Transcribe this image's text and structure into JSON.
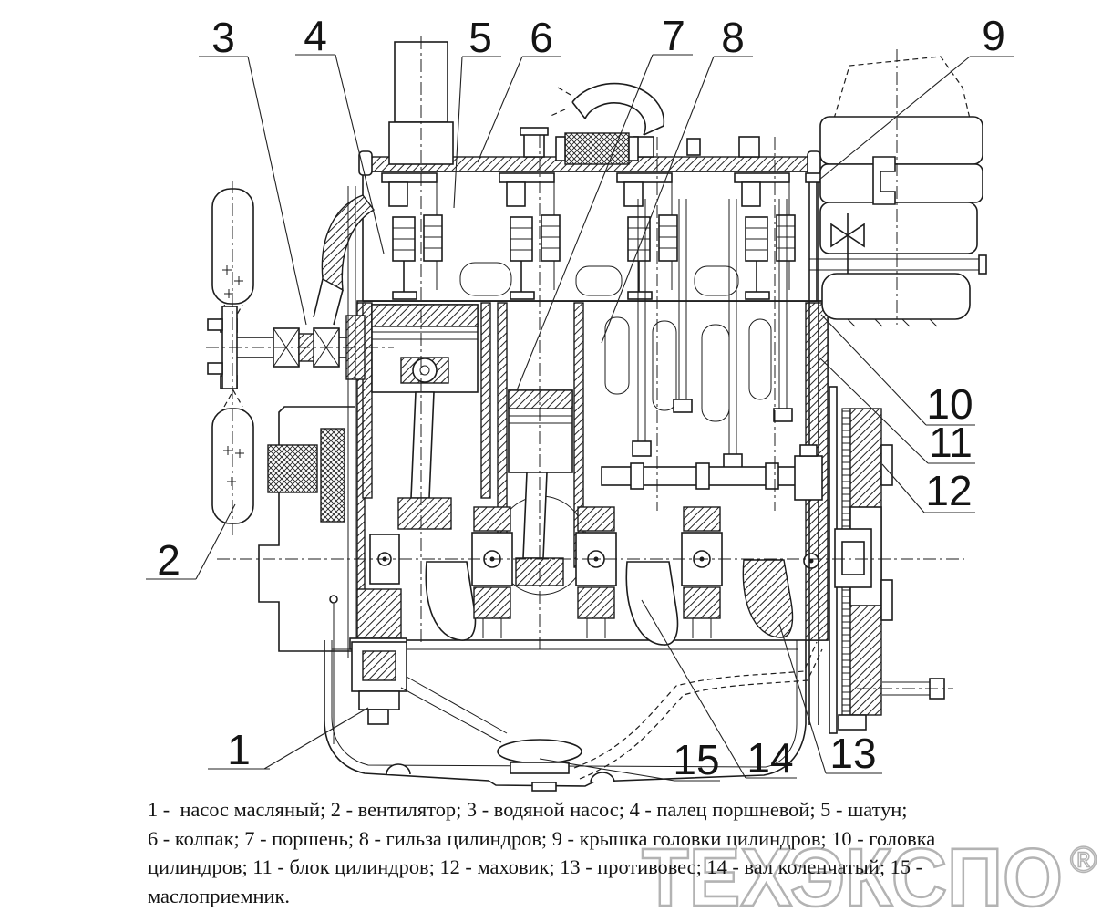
{
  "page": {
    "background": "#ffffff"
  },
  "figure": {
    "type": "engine-longitudinal-section-technical-drawing",
    "callouts": [
      {
        "num": "1",
        "part": "насос масляный"
      },
      {
        "num": "2",
        "part": "вентилятор"
      },
      {
        "num": "3",
        "part": "водяной насос"
      },
      {
        "num": "4",
        "part": "палец поршневой"
      },
      {
        "num": "5",
        "part": "шатун"
      },
      {
        "num": "6",
        "part": "колпак"
      },
      {
        "num": "7",
        "part": "поршень"
      },
      {
        "num": "8",
        "part": "гильза цилиндров"
      },
      {
        "num": "9",
        "part": "крышка головки цилиндров"
      },
      {
        "num": "10",
        "part": "головка цилиндров"
      },
      {
        "num": "11",
        "part": "блок цилиндров"
      },
      {
        "num": "12",
        "part": "маховик"
      },
      {
        "num": "13",
        "part": "противовес"
      },
      {
        "num": "14",
        "part": "вал коленчатый"
      },
      {
        "num": "15",
        "part": "маслоприемник"
      }
    ]
  },
  "caption": {
    "lines": [
      "1 -  насос масляный; 2 - вентилятор; 3 - водяной насос; 4 - палец поршневой; 5 - шатун;",
      "6 - колпак; 7 - поршень; 8 - гильза цилиндров; 9 - крышка головки цилиндров; 10 - головка",
      "цилиндров; 11 - блок цилиндров; 12 - маховик; 13 - противовес; 14 - вал коленчатый; 15 -",
      "маслоприемник."
    ]
  },
  "watermark": {
    "text": "ТЕХЭКСПО",
    "registered_mark": "®",
    "color": "#b3b3b3"
  },
  "colors": {
    "line": "#1c1c1c",
    "background": "#ffffff",
    "watermark": "#b3b3b3"
  }
}
